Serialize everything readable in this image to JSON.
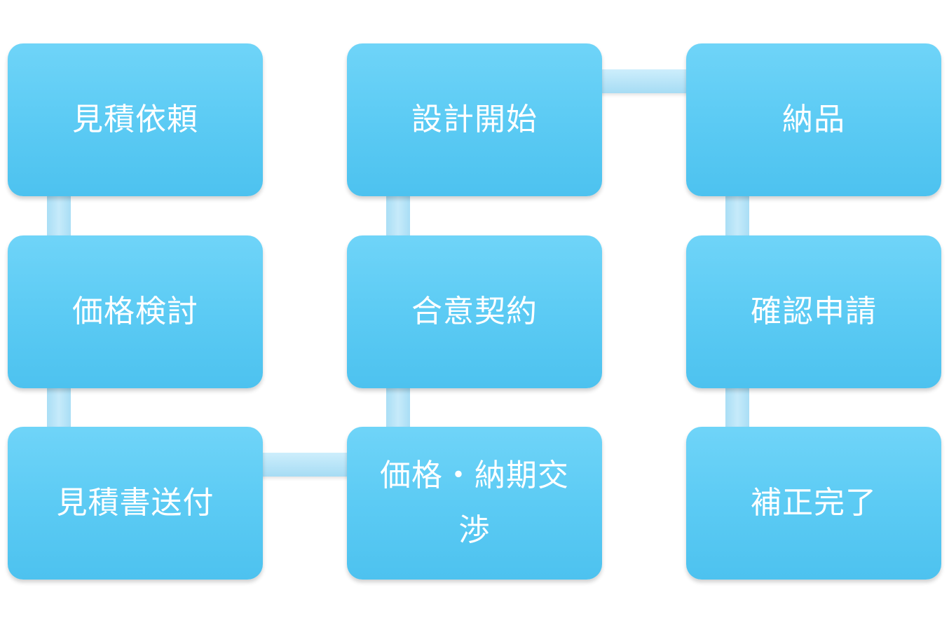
{
  "diagram": {
    "nodes": [
      {
        "id": "n1",
        "label": "見積依頼"
      },
      {
        "id": "n2",
        "label": "価格検討"
      },
      {
        "id": "n3",
        "label": "見積書送付"
      },
      {
        "id": "n4",
        "label": "価格・納期交渉"
      },
      {
        "id": "n5",
        "label": "合意契約"
      },
      {
        "id": "n6",
        "label": "設計開始"
      },
      {
        "id": "n7",
        "label": "納品"
      },
      {
        "id": "n8",
        "label": "確認申請"
      },
      {
        "id": "n9",
        "label": "補正完了"
      }
    ],
    "edges": [
      {
        "from": "n1",
        "to": "n2"
      },
      {
        "from": "n2",
        "to": "n3"
      },
      {
        "from": "n3",
        "to": "n4"
      },
      {
        "from": "n4",
        "to": "n5"
      },
      {
        "from": "n5",
        "to": "n6"
      },
      {
        "from": "n6",
        "to": "n7"
      },
      {
        "from": "n7",
        "to": "n8"
      },
      {
        "from": "n8",
        "to": "n9"
      }
    ],
    "colors": {
      "node_top": "#6fd4f8",
      "node_bottom": "#4dc2ef",
      "connector": "#a9def5",
      "text": "#ffffff"
    }
  }
}
